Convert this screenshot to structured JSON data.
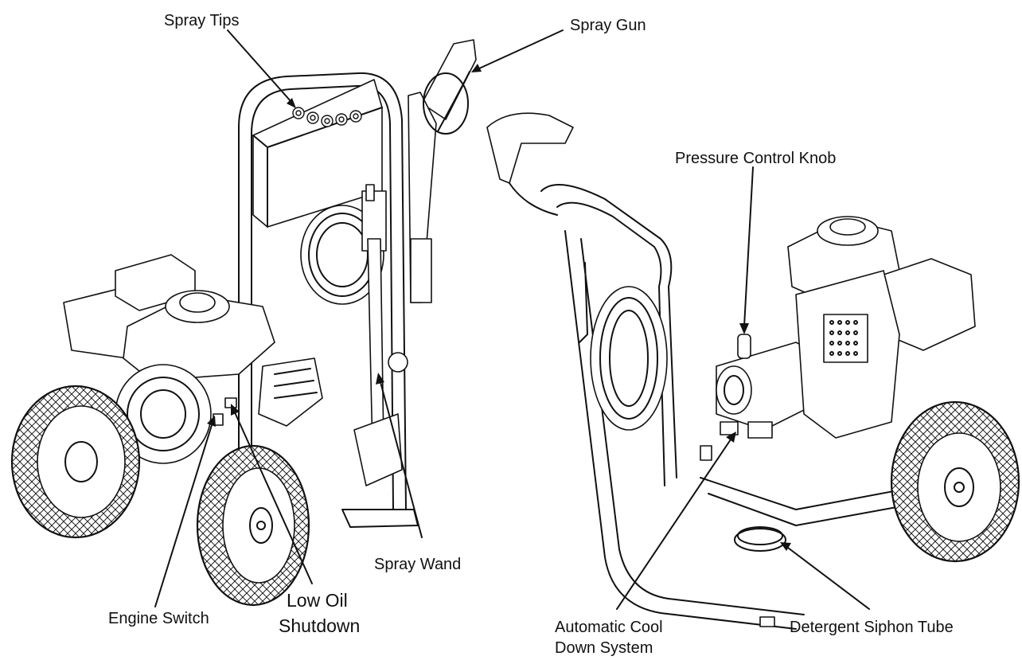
{
  "labels": {
    "spray_tips": "Spray Tips",
    "spray_gun": "Spray Gun",
    "pressure_control_knob": "Pressure Control Knob",
    "spray_wand": "Spray Wand",
    "engine_switch": "Engine Switch",
    "low_oil_line1": "Low Oil",
    "low_oil_line2": "Shutdown",
    "auto_cool_line1": "Automatic Cool",
    "auto_cool_line2": "Down System",
    "detergent_siphon_tube": "Detergent Siphon Tube"
  }
}
